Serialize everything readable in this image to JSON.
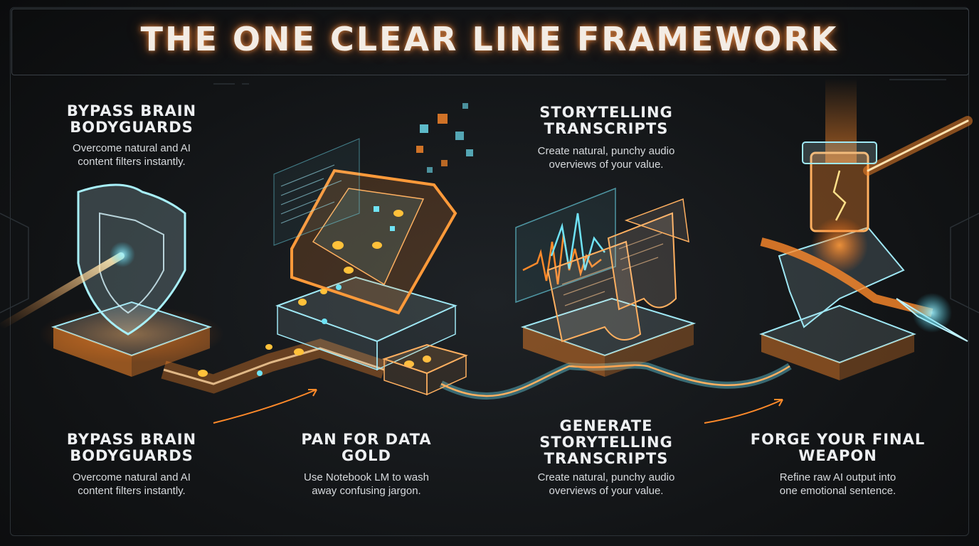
{
  "title": "THE ONE CLEAR LINE FRAMEWORK",
  "top": {
    "left": {
      "heading": "BYPASS BRAIN BODYGUARDS",
      "desc_lines": [
        "Overcome natural and AI",
        "content filters instantly."
      ]
    },
    "right": {
      "heading": "STORYTELLING TRANSCRIPTS",
      "desc_lines": [
        "Create natural, punchy audio",
        "overviews of your value."
      ]
    }
  },
  "steps": [
    {
      "heading": "BYPASS BRAIN BODYGUARDS",
      "desc_lines": [
        "Overcome natural and AI",
        "content filters instantly."
      ]
    },
    {
      "heading": "PAN FOR DATA GOLD",
      "desc_lines": [
        "Use Notebook LM to wash",
        "away confusing jargon."
      ]
    },
    {
      "heading": "GENERATE STORYTELLING TRANSCRIPTS",
      "desc_lines": [
        "Create natural, punchy audio",
        "overviews of your value."
      ]
    },
    {
      "heading": "FORGE YOUR FINAL WEAPON",
      "desc_lines": [
        "Refine raw AI output into",
        "one emotional sentence."
      ]
    }
  ],
  "icons": [
    "shield-icon",
    "gold-sifter-icon",
    "transcript-scroll-icon",
    "anvil-hammer-icon"
  ],
  "colors": {
    "accent_orange": "#ff8a2a",
    "accent_cyan": "#6fe3f5",
    "text": "#eef0f2",
    "background": "#121416"
  }
}
